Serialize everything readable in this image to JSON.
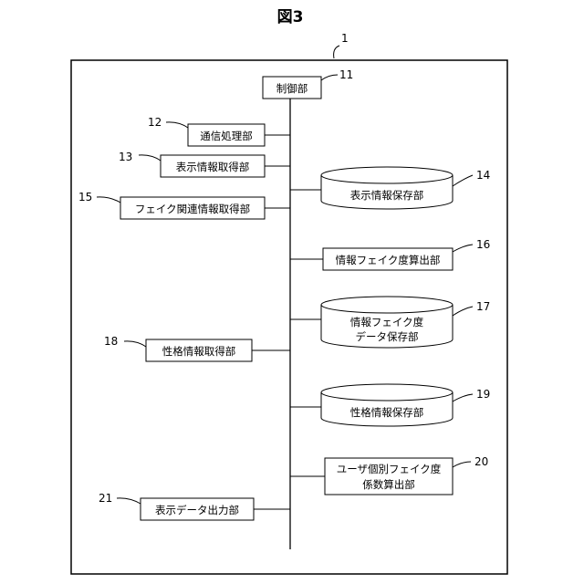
{
  "figure": {
    "title": "図3",
    "system_label": "1",
    "units": {
      "control": {
        "label": "制御部",
        "ref": "11"
      },
      "comm": {
        "label": "通信処理部",
        "ref": "12"
      },
      "display_get": {
        "label": "表示情報取得部",
        "ref": "13"
      },
      "display_store": {
        "label": "表示情報保存部",
        "ref": "14"
      },
      "fake_get": {
        "label": "フェイク関連情報取得部",
        "ref": "15"
      },
      "fake_calc": {
        "label": "情報フェイク度算出部",
        "ref": "16"
      },
      "fake_store": {
        "line1": "情報フェイク度",
        "line2": "データ保存部",
        "ref": "17"
      },
      "char_get": {
        "label": "性格情報取得部",
        "ref": "18"
      },
      "char_store": {
        "label": "性格情報保存部",
        "ref": "19"
      },
      "coef_calc": {
        "line1": "ユーザ個別フェイク度",
        "line2": "係数算出部",
        "ref": "20"
      },
      "output": {
        "label": "表示データ出力部",
        "ref": "21"
      }
    }
  }
}
